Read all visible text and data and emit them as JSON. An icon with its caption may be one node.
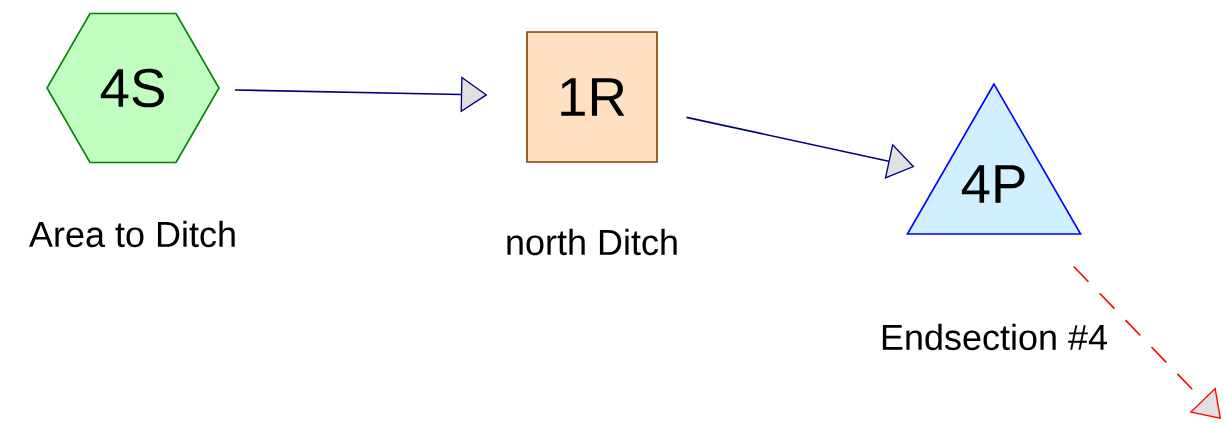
{
  "diagram": {
    "nodes": [
      {
        "text": [
          "4S"
        ],
        "beside": [
          "Area to Ditch"
        ]
      },
      {
        "text": [
          "1R"
        ],
        "beside": [
          "north Ditch"
        ]
      },
      {
        "text": [
          "4P"
        ],
        "beside": [
          "Endsection #4"
        ]
      }
    ],
    "edges": [
      {
        "from": 0,
        "to": 1,
        "arrow": "to"
      },
      {
        "from": 1,
        "to": 2,
        "arrow": "to"
      },
      {
        "from": 2,
        "to": null,
        "arrow": "to",
        "style": "dashed",
        "color": "#ff0000"
      }
    ]
  }
}
